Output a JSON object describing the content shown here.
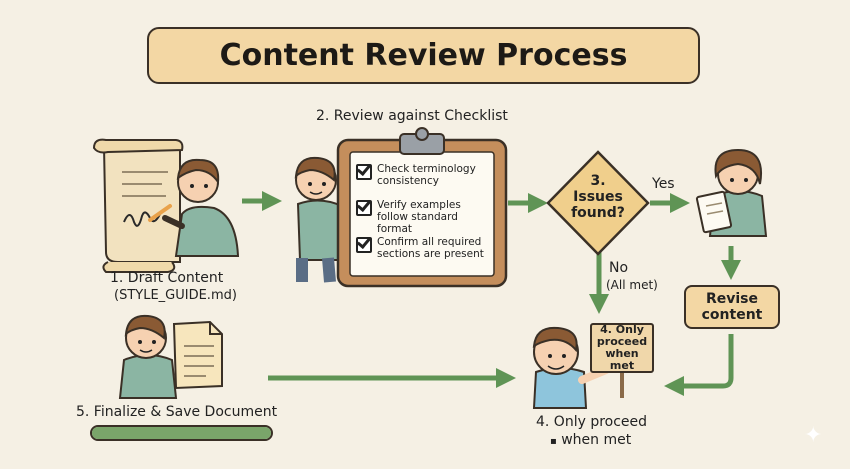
{
  "title": "Content Review Process",
  "steps": {
    "draft": {
      "label": "1. Draft Content",
      "file": "(STYLE_GUIDE.md)"
    },
    "review": {
      "label": "2. Review against Checklist",
      "checklist": [
        "Check terminology consistency",
        "Verify examples follow standard format",
        "Confirm all required sections are present"
      ]
    },
    "decision": {
      "label": "3.\nIssues found?",
      "yes": "Yes",
      "no": "No",
      "no_note": "(All met)"
    },
    "revise": {
      "label": "Revise content"
    },
    "proceed": {
      "sign": "4. Only proceed when met",
      "label": "4. Only proceed",
      "label2": "when met",
      "bullet": "▪"
    },
    "finalize": {
      "label": "5. Finalize & Save Document",
      "progress": 1.0
    }
  },
  "colors": {
    "accent": "#f3d7a4",
    "arrow": "#5f9455",
    "background": "#f5f0e4",
    "progress": "#7aa56a"
  },
  "icons": [
    "scroll-icon",
    "clipboard-icon",
    "notepad-icon",
    "document-icon",
    "sparkle-icon"
  ]
}
